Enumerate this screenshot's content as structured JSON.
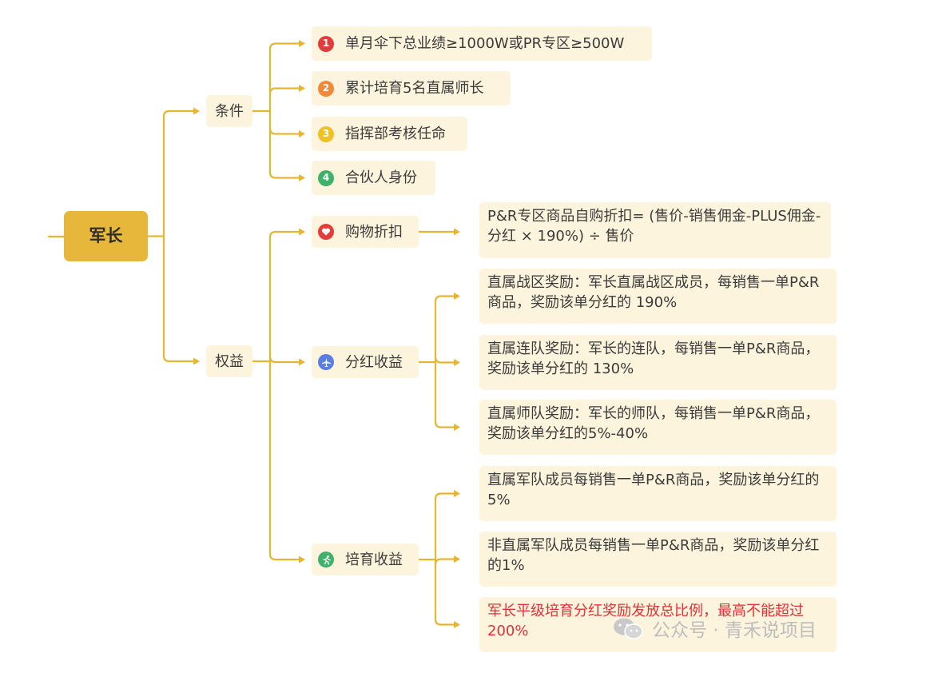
{
  "root": {
    "label": "军长"
  },
  "branches": [
    {
      "label": "条件",
      "items": [
        {
          "badge": "1",
          "color": "#e23c3c",
          "icon": "number-1",
          "text": "单月伞下总业绩≥1000W或PR专区≥500W"
        },
        {
          "badge": "2",
          "color": "#ee8a3a",
          "icon": "number-2",
          "text": "累计培育5名直属师长"
        },
        {
          "badge": "3",
          "color": "#efc027",
          "icon": "number-3",
          "text": "指挥部考核任命"
        },
        {
          "badge": "4",
          "color": "#3fb16a",
          "icon": "number-4",
          "text": "合伙人身份"
        }
      ]
    },
    {
      "label": "权益",
      "items": [
        {
          "color": "#e23c3c",
          "icon": "heart-icon",
          "text": "购物折扣",
          "details": [
            {
              "text": "P&R专区商品自购折扣= (售价-销售佣金-PLUS佣金-分红 × 190%) ÷ 售价"
            }
          ]
        },
        {
          "color": "#5a7fe0",
          "icon": "plane-icon",
          "text": "分红收益",
          "details": [
            {
              "text": "直属战区奖励：军长直属战区成员，每销售一单P&R商品，奖励该单分红的 190%"
            },
            {
              "text": "直属连队奖励：军长的连队，每销售一单P&R商品，奖励该单分红的 130%"
            },
            {
              "text": "直属师队奖励：军长的师队，每销售一单P&R商品，奖励该单分红的5%-40%"
            }
          ]
        },
        {
          "color": "#3fb16a",
          "icon": "runner-icon",
          "text": "培育收益",
          "details": [
            {
              "text": "直属军队成员每销售一单P&R商品，奖励该单分红的5%"
            },
            {
              "text": "非直属军队成员每销售一单P&R商品，奖励该单分红的1%"
            },
            {
              "text": "军长平级培育分红奖励发放总比例，最高不能超过200%",
              "warn": true
            }
          ]
        }
      ]
    }
  ],
  "watermark": {
    "text": "公众号 · 青禾说项目"
  },
  "colors": {
    "connector": "#e6b630",
    "root": "#e7b73c",
    "card": "#fcf4dc",
    "warning": "#e0303a"
  }
}
